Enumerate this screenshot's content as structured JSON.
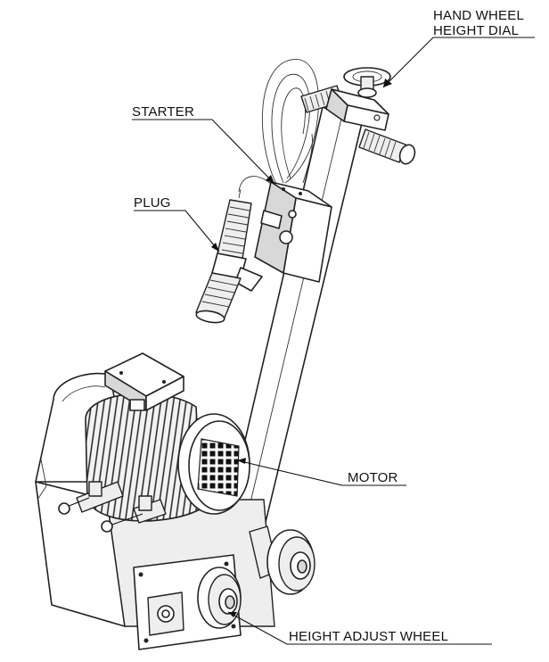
{
  "labels": {
    "hand_wheel": "HAND WHEEL",
    "height_dial": "HEIGHT DIAL",
    "starter": "STARTER",
    "plug": "PLUG",
    "motor": "MOTOR",
    "height_adjust_wheel": "HEIGHT ADJUST WHEEL"
  },
  "colors": {
    "line": "#111111",
    "fill_light": "#eeeeee",
    "fill_mid": "#d8d8d8"
  }
}
